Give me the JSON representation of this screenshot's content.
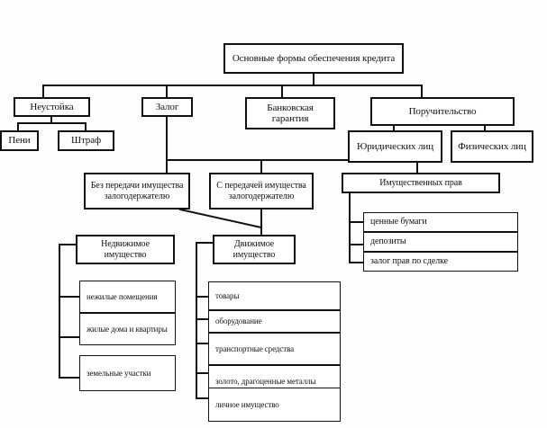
{
  "diagram": {
    "title_text": "Основные формы обеспечения кредита",
    "type": "hierarchy-tree",
    "language": "ru",
    "colors": {
      "background": "#fdfdfd",
      "box_fill": "#ffffff",
      "line": "#111111",
      "text": "#111111"
    },
    "root": {
      "label": "Основные формы обеспечения кредита"
    },
    "level1": [
      {
        "label": "Неустойка"
      },
      {
        "label": "Залог"
      },
      {
        "label": "Банковская гарантия"
      },
      {
        "label": "Поручительство"
      }
    ],
    "neustoyka_children": [
      {
        "label": "Пени"
      },
      {
        "label": "Штраф"
      }
    ],
    "poruchitelstvo_children": [
      {
        "label": "Юридических лиц"
      },
      {
        "label": "Физических лиц"
      }
    ],
    "zalog_children": [
      {
        "label": "Без передачи имущества залогодержателю"
      },
      {
        "label": "С передачей имущества залогодержателю"
      },
      {
        "label": "Имущественных прав"
      }
    ],
    "imushestvennyh_prav_children": [
      {
        "label": "ценные бумаги"
      },
      {
        "label": "депозиты"
      },
      {
        "label": "залог прав по сделке"
      }
    ],
    "property_types": [
      {
        "label": "Недвижимое имущество"
      },
      {
        "label": "Движимое имущество"
      }
    ],
    "nedvizhimoe_children": [
      {
        "label": "нежилые помещения"
      },
      {
        "label": "жилые дома и квартиры"
      },
      {
        "label": "земельные участки"
      }
    ],
    "dvizhimoe_children": [
      {
        "label": "товары"
      },
      {
        "label": "оборудование"
      },
      {
        "label": "транспортные средства"
      },
      {
        "label": "золото, драгоценные металлы"
      },
      {
        "label": "личное имущество"
      }
    ]
  }
}
